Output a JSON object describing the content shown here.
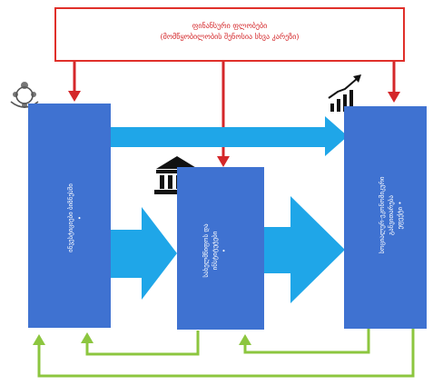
{
  "top_box": {
    "line1": "ფინანსური ფლობები",
    "line2": "(მომწყობილობის შენოსია სხვა კარეზი)"
  },
  "blocks": {
    "left": {
      "line1": "ინვესტიციები ბიზნესში",
      "line2": "•"
    },
    "middle": {
      "line1": "სახელმწიფოს და",
      "line2": "ინსტიტუტები",
      "line3": "•"
    },
    "right": {
      "line1": "სოციალურ-ეკონომიკური",
      "line2": "განვითარება",
      "line3": "ეფექტი •"
    }
  },
  "icons": {
    "people": "people-network-icon",
    "institution": "government-building-icon",
    "growth": "growth-chart-icon"
  },
  "colors": {
    "frame_red": "#e0302a",
    "block_blue": "#3f72d1",
    "arrow_light_blue": "#1fa6e8",
    "feedback_green": "#8cc63f"
  }
}
